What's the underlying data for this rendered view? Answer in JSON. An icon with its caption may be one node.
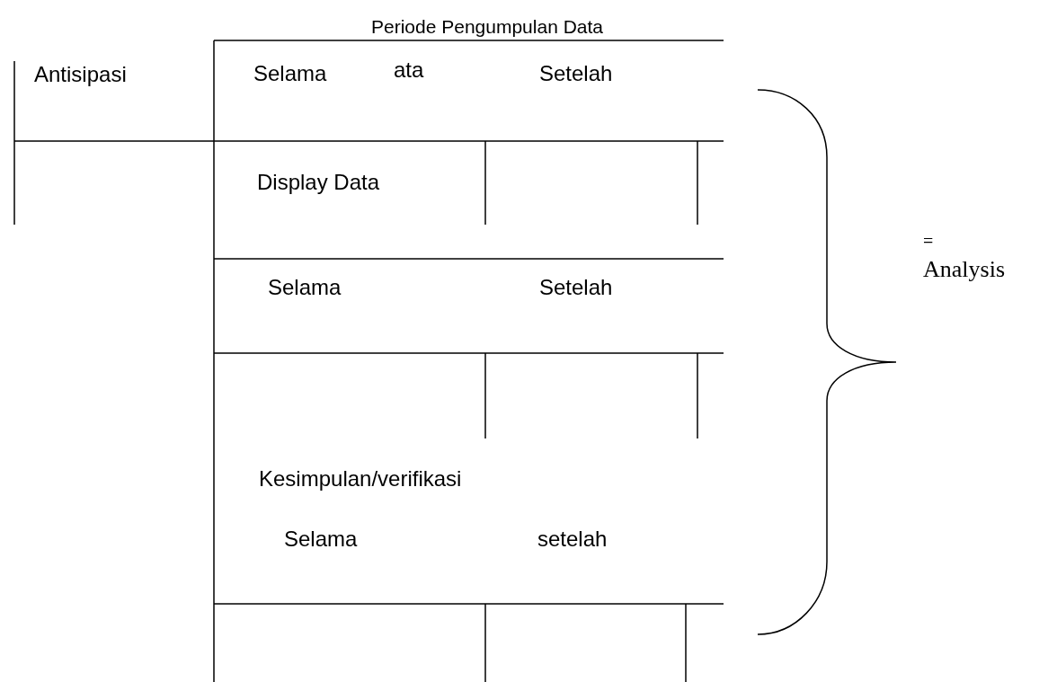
{
  "diagram": {
    "labels": [
      "Periode Pengumpulan Data",
      "Antisipasi",
      "Selama",
      "ata",
      "Setelah",
      "Display Data",
      "=",
      "Analysis",
      "Selama",
      "Setelah",
      "Kesimpulan/verifikasi",
      "Selama",
      "setelah"
    ]
  }
}
